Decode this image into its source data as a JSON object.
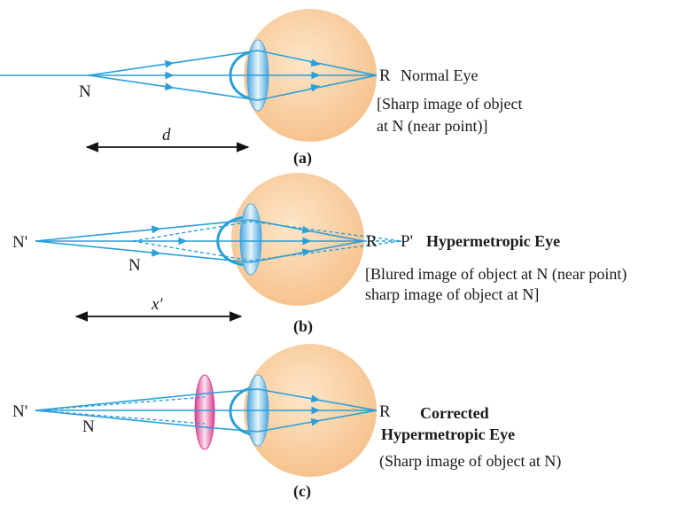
{
  "colors": {
    "ray": "#2a9fd8",
    "eye_fill_light": "#fde6c8",
    "eye_fill_dark": "#f6c08a",
    "eye_lens": "#4aa6e0",
    "corrective_lens": "#d93a8c",
    "text": "#1a1a1a"
  },
  "panel_a": {
    "label_N": "N",
    "label_R": "R",
    "title": "Normal Eye",
    "desc_line1": "[Sharp image of object",
    "desc_line2": "at N (near point)]",
    "distance": "d",
    "caption": "(a)"
  },
  "panel_b": {
    "label_Nprime": "N'",
    "label_N": "N",
    "label_R": "R",
    "label_Pprime": "P'",
    "title": "Hypermetropic Eye",
    "desc_line1": "[Blured image of object at N (near point)",
    "desc_line2": "sharp image of object at N]",
    "distance": "x′",
    "caption": "(b)"
  },
  "panel_c": {
    "label_Nprime": "N'",
    "label_N": "N",
    "label_R": "R",
    "title_line1": "Corrected",
    "title_line2": "Hypermetropic Eye",
    "desc": "(Sharp image of object at N)",
    "caption": "(c)"
  }
}
